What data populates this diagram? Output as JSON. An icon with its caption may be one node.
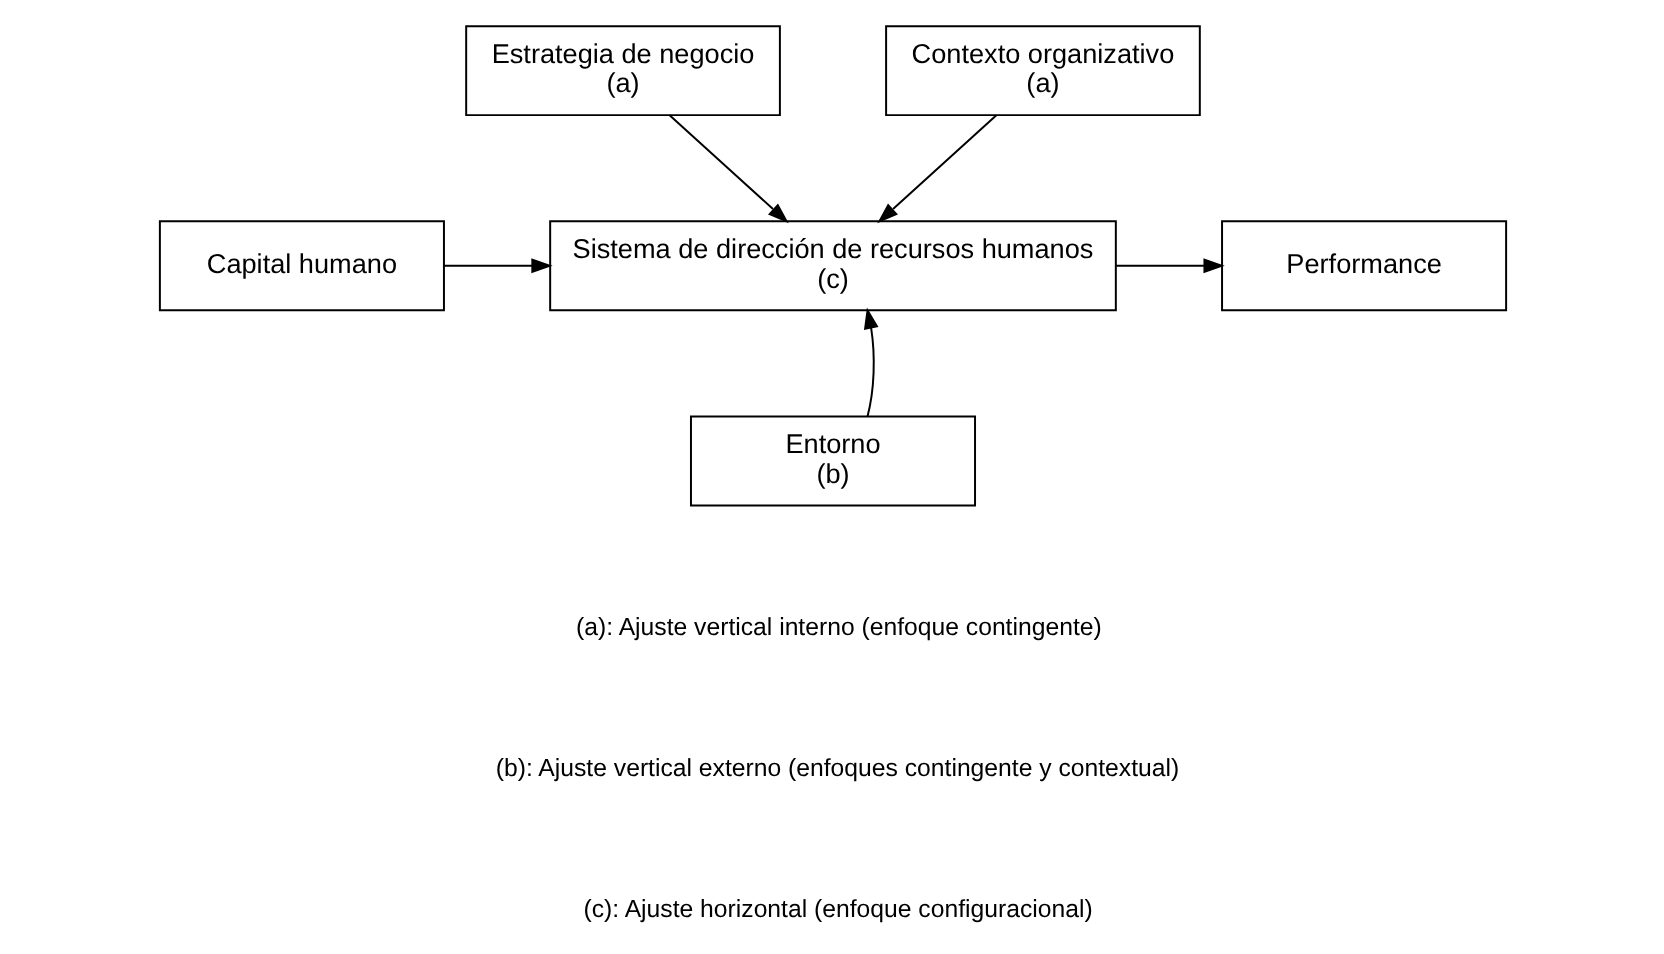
{
  "diagram": {
    "nodes": [
      {
        "text": [
          "Estrategia de negocio",
          "(a)"
        ]
      },
      {
        "text": [
          "Contexto organizativo",
          "(a)"
        ]
      },
      {
        "text": [
          "Capital humano"
        ]
      },
      {
        "text": [
          "Sistema de dirección de recursos humanos",
          "(c)"
        ]
      },
      {
        "text": [
          "Performance"
        ]
      },
      {
        "text": [
          "Entorno",
          "(b)"
        ]
      }
    ],
    "edges": [
      {
        "from": 0,
        "to": 3,
        "arrow": "to"
      },
      {
        "from": 1,
        "to": 3,
        "arrow": "to"
      },
      {
        "from": 2,
        "to": 3,
        "arrow": "to"
      },
      {
        "from": 3,
        "to": 4,
        "arrow": "to"
      },
      {
        "from": 5,
        "to": 3,
        "arrow": "to"
      }
    ],
    "labels": [
      "(a): Ajuste vertical interno (enfoque contingente)",
      "(b): Ajuste vertical externo (enfoques contingente y contextual)",
      "(c): Ajuste horizontal (enfoque configuracional)"
    ]
  }
}
